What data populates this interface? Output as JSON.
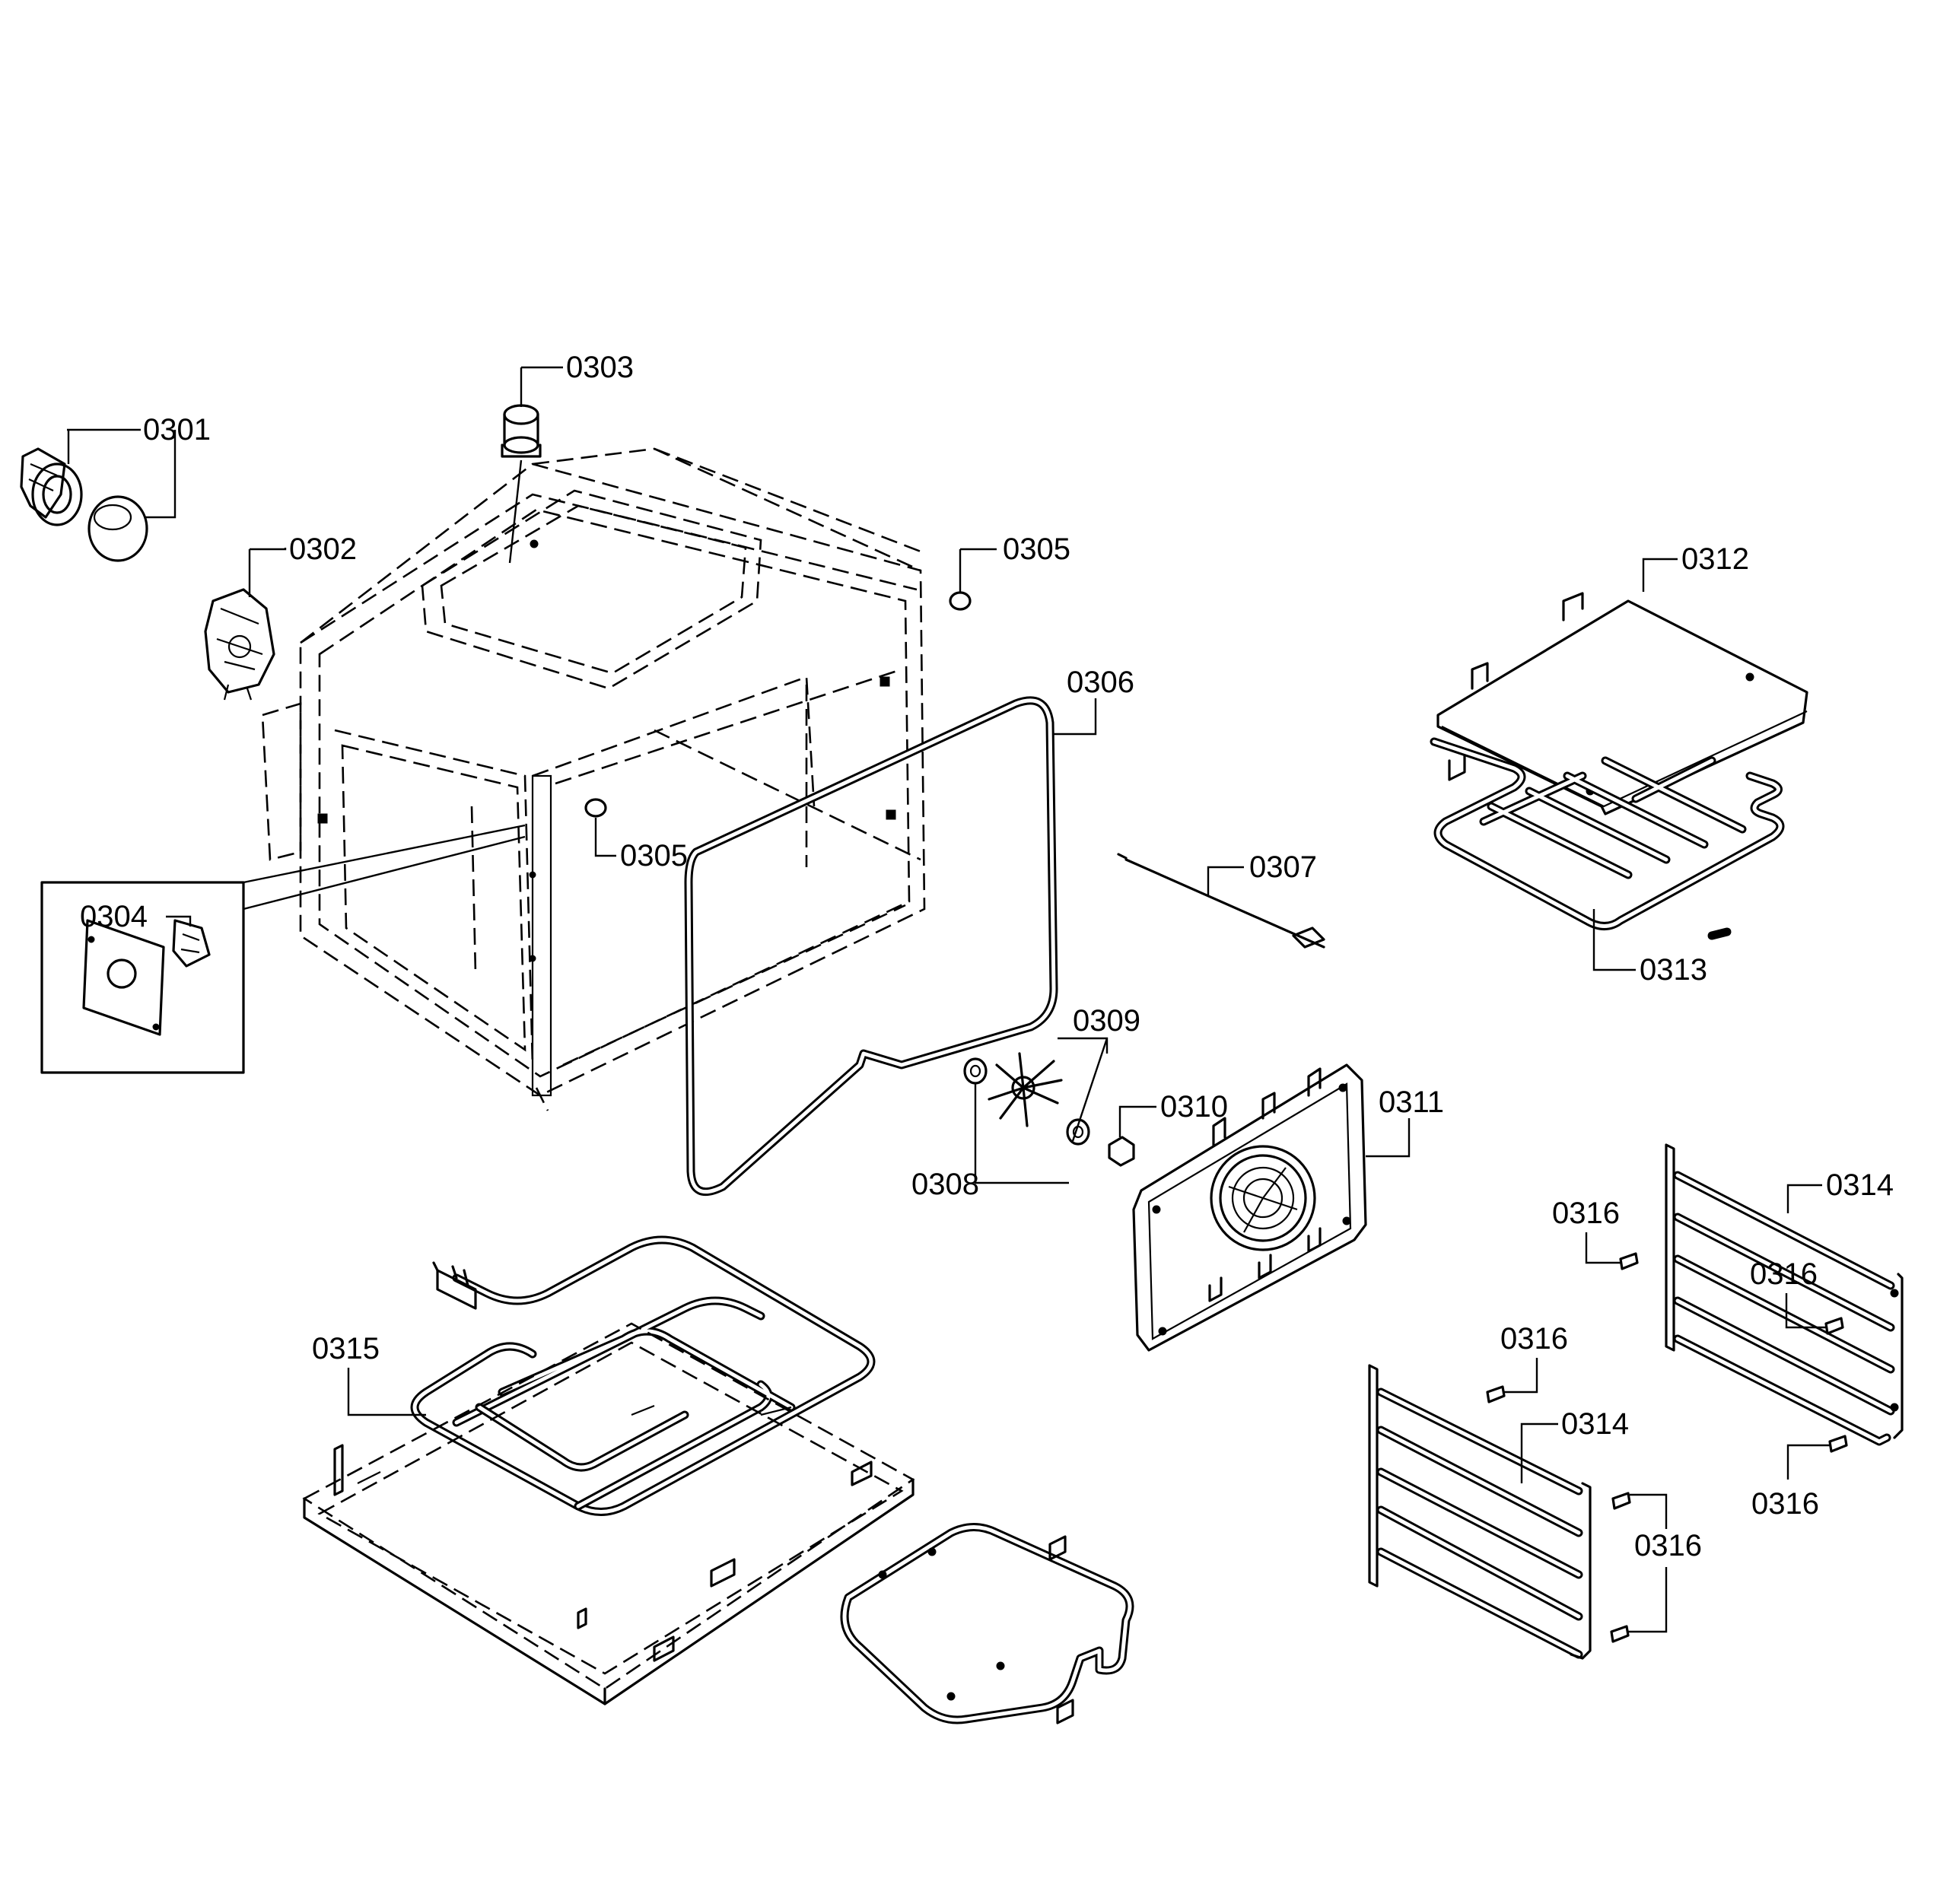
{
  "colors": {
    "line": "#000000",
    "background": "#ffffff"
  },
  "callouts": {
    "c0301": "0301",
    "c0302": "0302",
    "c0303": "0303",
    "c0304": "0304",
    "c0305a": "0305",
    "c0305b": "0305",
    "c0306": "0306",
    "c0307": "0307",
    "c0308": "0308",
    "c0309": "0309",
    "c0310": "0310",
    "c0311": "0311",
    "c0312": "0312",
    "c0313": "0313",
    "c0314a": "0314",
    "c0314b": "0314",
    "c0315": "0315",
    "c0316a": "0316",
    "c0316b": "0316",
    "c0316c": "0316",
    "c0316d": "0316",
    "c0316e": "0316"
  }
}
